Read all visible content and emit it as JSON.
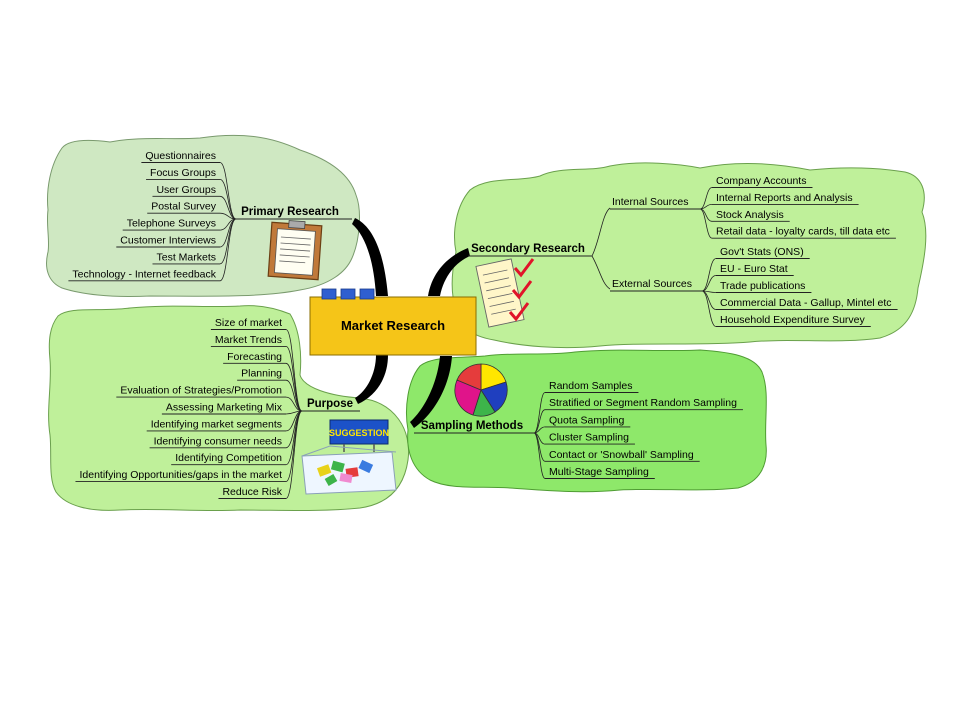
{
  "center": {
    "label": "Market Research"
  },
  "branches": {
    "primary": {
      "title": "Primary Research",
      "items": [
        "Questionnaires",
        "Focus Groups",
        "User Groups",
        "Postal Survey",
        "Telephone Surveys",
        "Customer Interviews",
        "Test Markets",
        "Technology - Internet feedback"
      ]
    },
    "secondary": {
      "title": "Secondary Research",
      "groups": [
        {
          "label": "Internal Sources",
          "items": [
            "Company Accounts",
            "Internal Reports and Analysis",
            "Stock Analysis",
            "Retail data - loyalty cards, till data etc"
          ]
        },
        {
          "label": "External Sources",
          "items": [
            "Gov't Stats (ONS)",
            "EU - Euro Stat",
            "Trade publications",
            "Commercial Data - Gallup, Mintel etc",
            "Household Expenditure Survey"
          ]
        }
      ]
    },
    "purpose": {
      "title": "Purpose",
      "items": [
        "Size of market",
        "Market Trends",
        "Forecasting",
        "Planning",
        "Evaluation of Strategies/Promotion",
        "Assessing Marketing Mix",
        "Identifying market segments",
        "Identifying consumer needs",
        "Identifying Competition",
        "Identifying Opportunities/gaps in the market",
        "Reduce Risk"
      ]
    },
    "sampling": {
      "title": "Sampling Methods",
      "items": [
        "Random Samples",
        "Stratified or Segment Random Sampling",
        "Quota Sampling",
        "Cluster Sampling",
        "Contact or 'Snowball' Sampling",
        "Multi-Stage Sampling"
      ]
    }
  },
  "clipart": {
    "suggestion_sign": "SUGGESTION",
    "primary_icon": "clipboard-icon",
    "secondary_icon": "checklist-icon",
    "purpose_icon": "suggestion-box-icon",
    "sampling_icon": "pie-chart-icon"
  },
  "colors": {
    "primary_cloud": "#cfe8c2",
    "secondary_cloud": "#bff09a",
    "purpose_cloud": "#bff09a",
    "sampling_cloud": "#8ee86a",
    "center_box": "#f5c518",
    "tab_blue": "#2f5fd0"
  }
}
